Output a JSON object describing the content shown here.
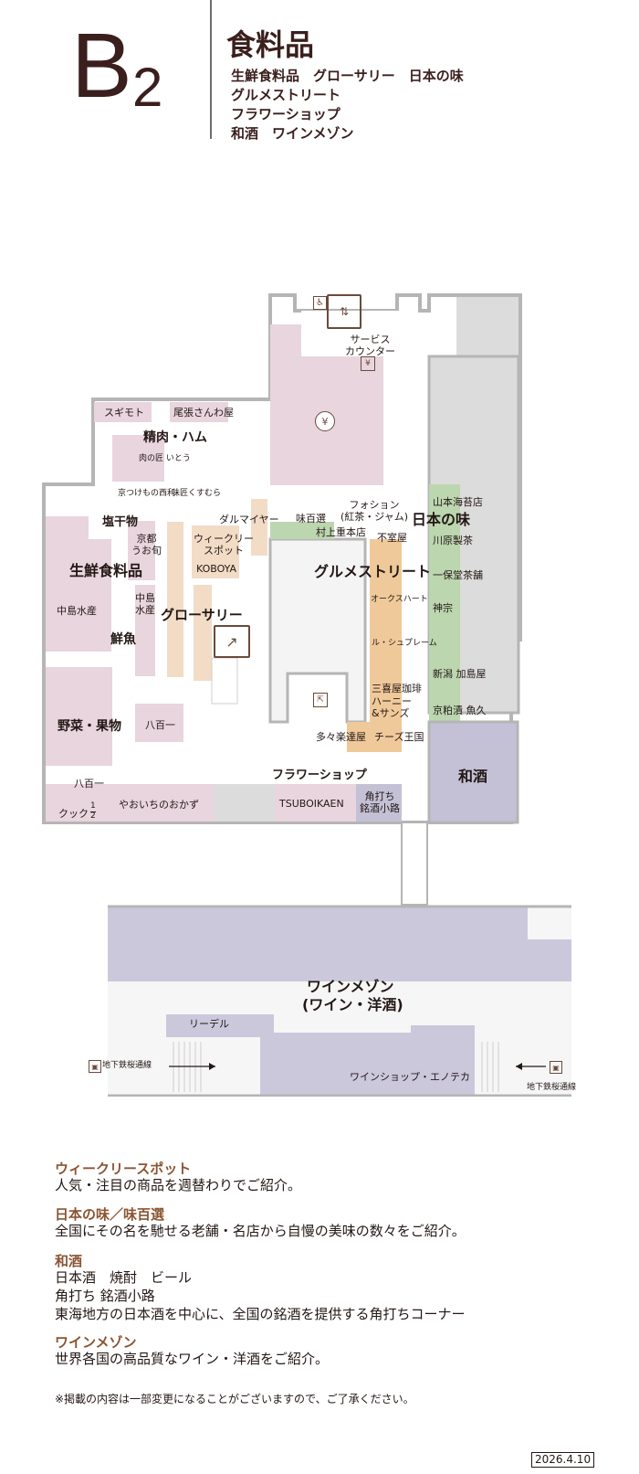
{
  "header": {
    "floor_letter": "B",
    "floor_number": "2",
    "category_title": "食料品",
    "category_lines": [
      "生鮮食料品　グローサリー　日本の味",
      "グルメストリート",
      "フラワーショップ",
      "和酒　ワインメゾン"
    ]
  },
  "map": {
    "labels": {
      "service_counter": [
        "サービス",
        "カウンター"
      ],
      "sukimoto": "スギモト",
      "owari_sanwaya": "尾張さんわ屋",
      "seiniku_ham": "精肉・ハム",
      "niku_takumi": "肉の匠 いとう",
      "kyotsukemono": "京つけもの西利",
      "ajikura": "味匠くすむら",
      "shiohimono": "塩干物",
      "kyoto_uoshun": [
        "京都",
        "うお旬"
      ],
      "seisen_shokuryohin": "生鮮食料品",
      "nakajima_suisan_left": "中島水産",
      "nakajima_suisan": [
        "中島",
        "水産"
      ],
      "sengyo": "鮮魚",
      "grocery": "グローサリー",
      "weekly_spot": [
        "ウィークリー",
        "スポット"
      ],
      "koboya": "KOBOYA",
      "dalmayer": "ダルマイヤー",
      "ajihyakusen": "味百選",
      "fauchon": [
        "フォション",
        "(紅茶・ジャム)"
      ],
      "murakami": "村上重本店",
      "nihon_no_aji": "日本の味",
      "fushitsuya": "不室屋",
      "gourmet_street": "グルメストリート",
      "oakheart": "オークスハート",
      "le_chou": "ル・シュプレーム",
      "sankiya": "三喜屋珈琲",
      "harney": [
        "ハーニー",
        "&サンズ"
      ],
      "tatara": "多々楽達屋",
      "cheese": "チーズ王国",
      "yamamoto_noriten": "山本海苔店",
      "kawahara": "川原製茶",
      "ippodo": "一保堂茶舗",
      "kanso": "神宗",
      "niigata_kashimaya": "新潟 加島屋",
      "kyokasuzuke": "京粕漬 魚久",
      "washu": "和酒",
      "yasai_kudamono": "野菜・果物",
      "hachihyakuichi_center": "八百一",
      "hachihyakuichi_bottom": "八百一",
      "cook_half": "クック",
      "cook_half_fraction_top": "1",
      "cook_half_fraction_bottom": "2",
      "yaoichi_okazu": "やおいちのおかず",
      "flower_shop": "フラワーショップ",
      "tsuboikaen": "TSUBOIKAEN",
      "kakuuchi": [
        "角打ち",
        "銘酒小路"
      ],
      "wine_maison": "ワインメゾン",
      "wine_maison_sub": "(ワイン・洋酒)",
      "riedel": "リーデル",
      "wine_shop_enoteca": "ワインショップ・エノテカ",
      "subway_left": "地下鉄桜通線",
      "subway_right": "地下鉄桜通線"
    },
    "icons": [
      "wheelchair-icon",
      "elevator-icon",
      "yen-exchange-icon",
      "yen-icon",
      "escalator-icon",
      "stairs-icon",
      "subway-icon"
    ]
  },
  "legend": [
    {
      "heading": "ウィークリースポット",
      "lines": [
        "人気・注目の商品を週替わりでご紹介。"
      ]
    },
    {
      "heading": "日本の味／味百選",
      "lines": [
        "全国にその名を馳せる老舗・名店から自慢の美味の数々をご紹介。"
      ]
    },
    {
      "heading": "和酒",
      "lines": [
        "日本酒　焼酎　ビール",
        "角打ち 銘酒小路",
        "東海地方の日本酒を中心に、全国の銘酒を提供する角打ちコーナー"
      ]
    },
    {
      "heading": "ワインメゾン",
      "lines": [
        "世界各国の高品質なワイン・洋酒をご紹介。"
      ]
    }
  ],
  "note": "※掲載の内容は一部変更になることがございますので、ご了承ください。",
  "date": "2026.4.10",
  "colors": {
    "fresh_pink": "#e8d5de",
    "grocery_peach": "#f2dcc6",
    "gourmet_orange": "#f0c99a",
    "nihon_green": "#bcd6b0",
    "washu_purple": "#c4c1d6",
    "wine_lavender": "#cbc8dc",
    "gray_area": "#dcdcdc",
    "title_brown": "#3a1f1d",
    "legend_brown": "#8a5532"
  }
}
